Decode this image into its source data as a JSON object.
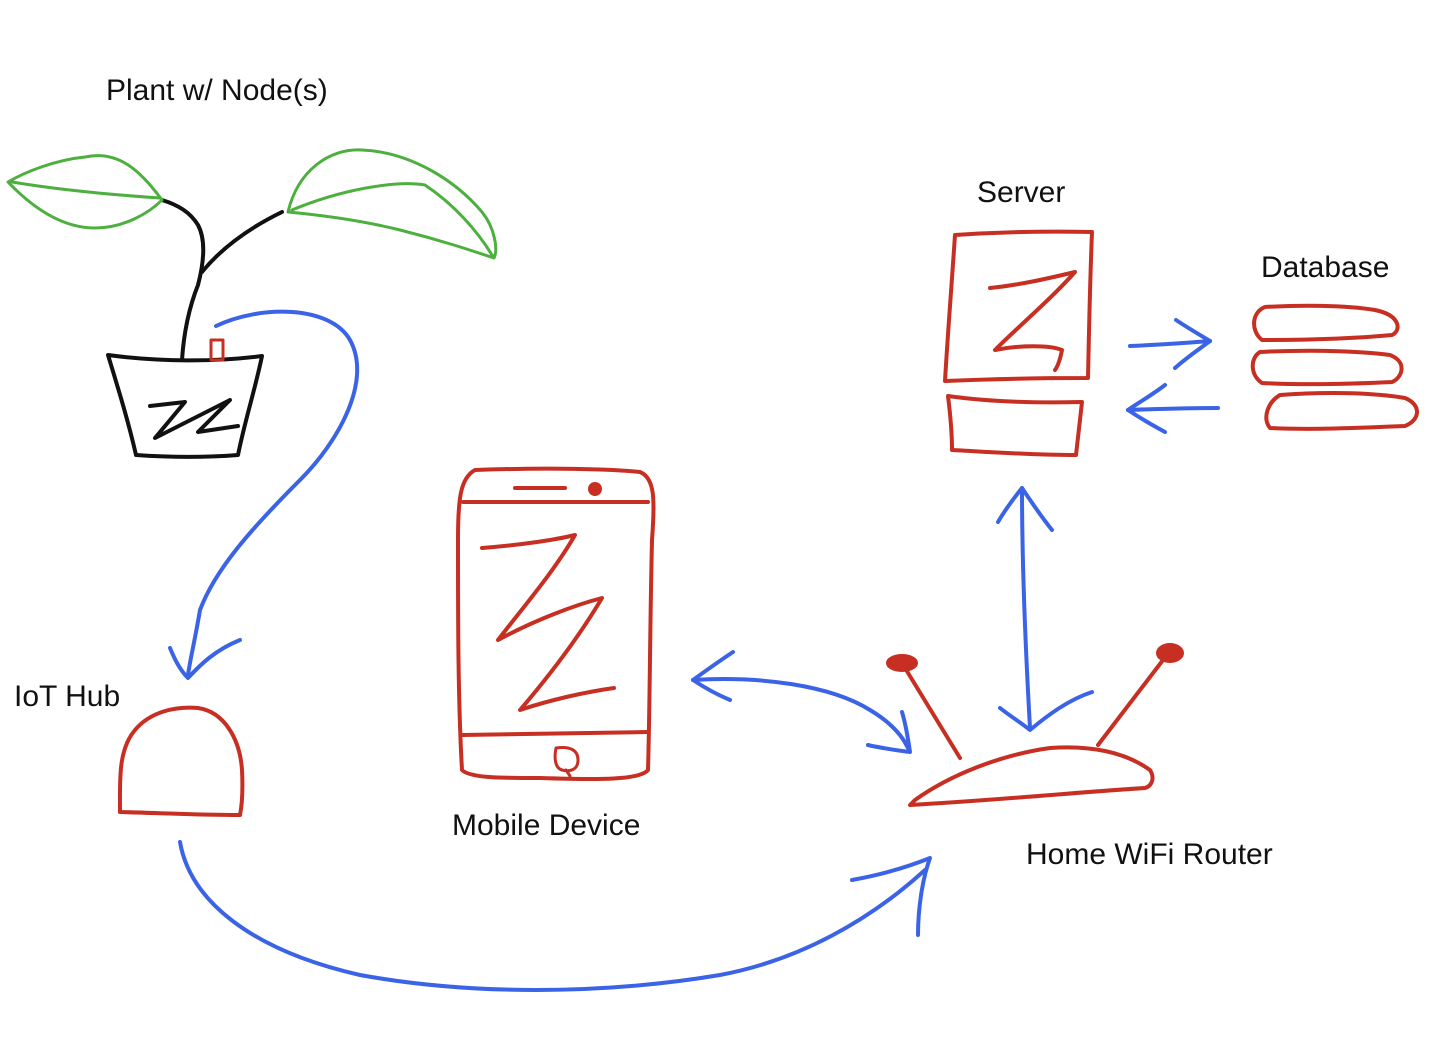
{
  "labels": {
    "plant": "Plant w/ Node(s)",
    "server": "Server",
    "database": "Database",
    "iot_hub": "IoT Hub",
    "mobile": "Mobile Device",
    "router": "Home WiFi Router"
  },
  "colors": {
    "background": "#ffffff",
    "leaf": "#4caf3e",
    "stem": "#111111",
    "device": "#c62f22",
    "connection": "#3b63e6",
    "text": "#111111"
  },
  "connections": [
    {
      "from": "plant",
      "to": "iot_hub",
      "direction": "one-way"
    },
    {
      "from": "iot_hub",
      "to": "router",
      "direction": "one-way"
    },
    {
      "from": "mobile",
      "to": "router",
      "direction": "two-way"
    },
    {
      "from": "router",
      "to": "server",
      "direction": "two-way"
    },
    {
      "from": "server",
      "to": "database",
      "direction": "two-way"
    }
  ]
}
